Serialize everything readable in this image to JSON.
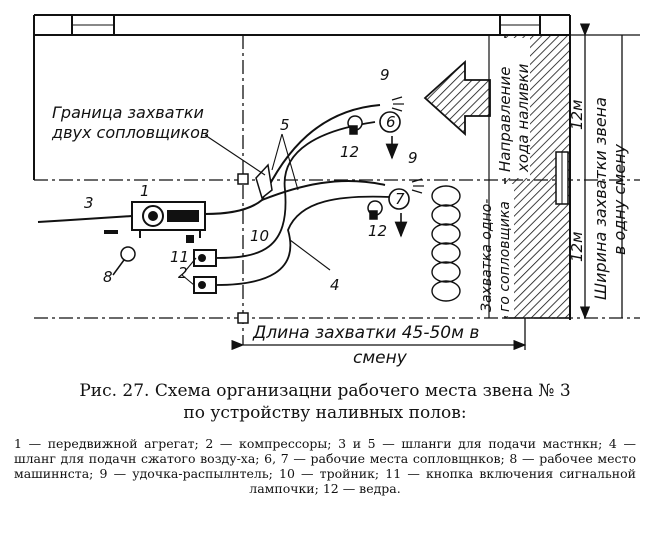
{
  "diagram": {
    "boundary_label_line1": "Граница захватки",
    "boundary_label_line2": "двух сопловщиков",
    "direction_label_line1": "Направление",
    "direction_label_line2": "хода наливки",
    "zone_label_line1": "Захватка одно-",
    "zone_label_line2": "го сопловщика",
    "width_label_line1": "Ширина захватки звена",
    "width_label_line2": "в одну смену",
    "dim_12m_top": "12м",
    "dim_12m_bottom": "12м",
    "length_label_line1": "Длина захватки 45-50м в",
    "length_label_line2": "смену",
    "markers": {
      "m1": "1",
      "m2": "2",
      "m3": "3",
      "m4": "4",
      "m5": "5",
      "m6": "6",
      "m7": "7",
      "m8": "8",
      "m9a": "9",
      "m9b": "9",
      "m10": "10",
      "m11": "11",
      "m12a": "12",
      "m12b": "12"
    }
  },
  "caption": {
    "title_line1": "Рис. 27. Схема организацни рабочего места звена № 3",
    "title_line2": "по устройству наливных полов:",
    "legend": "1 — передвижной агрегат; 2 — компрессоры; 3 и 5 — шланги для подачи мастнкн; 4 — шланг для подачн сжатого возду-ха; 6, 7 — рабочие места сопловщнков; 8 — рабочее место машиннста; 9 — удочка-распылнтель; 10 — тройник; 11 — кнопка включения сигнальной лампочки; 12 — ведра."
  }
}
